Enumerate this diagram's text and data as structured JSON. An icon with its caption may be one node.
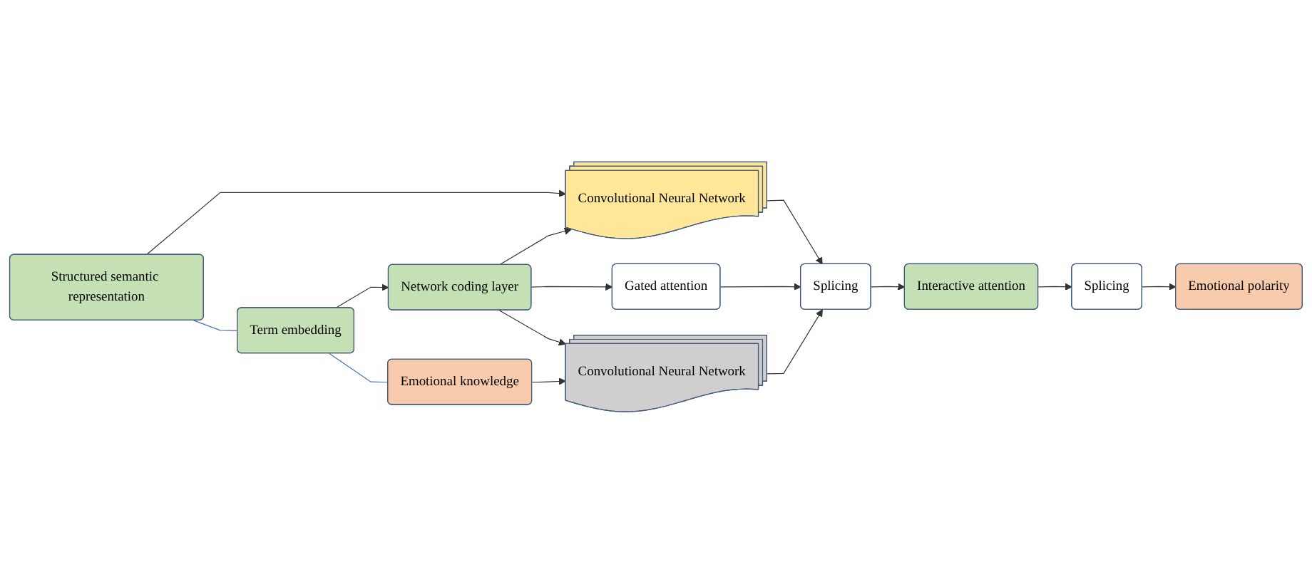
{
  "diagram": {
    "nodes": [
      {
        "text": [
          "Structured semantic representation"
        ]
      },
      {
        "text": [
          "Convolutional Neural Network"
        ]
      },
      {
        "text": [
          "Term embedding"
        ]
      },
      {
        "text": [
          "Network coding layer"
        ]
      },
      {
        "text": [
          "Gated attention"
        ]
      },
      {
        "text": [
          "Splicing"
        ]
      },
      {
        "text": [
          "Interactive attention"
        ]
      },
      {
        "text": [
          "Splicing"
        ]
      },
      {
        "text": [
          "Emotional polarity"
        ]
      },
      {
        "text": [
          "Emotional knowledge"
        ]
      },
      {
        "text": [
          "Convolutional Neural Network"
        ]
      }
    ],
    "edges": [
      {
        "from": 0,
        "to": 2,
        "arrow": "none",
        "color": "#4472c4"
      },
      {
        "from": 2,
        "to": 9,
        "arrow": "none",
        "color": "#4472c4"
      },
      {
        "from": 0,
        "to": 1,
        "arrow": "to"
      },
      {
        "from": 2,
        "to": 3,
        "arrow": "to"
      },
      {
        "from": 3,
        "to": 1,
        "arrow": "to"
      },
      {
        "from": 3,
        "to": 4,
        "arrow": "to"
      },
      {
        "from": 3,
        "to": 10,
        "arrow": "to"
      },
      {
        "from": 9,
        "to": 10,
        "arrow": "to"
      },
      {
        "from": 1,
        "to": 5,
        "arrow": "to"
      },
      {
        "from": 4,
        "to": 5,
        "arrow": "to"
      },
      {
        "from": 10,
        "to": 5,
        "arrow": "to"
      },
      {
        "from": 5,
        "to": 6,
        "arrow": "to"
      },
      {
        "from": 6,
        "to": 7,
        "arrow": "to"
      },
      {
        "from": 7,
        "to": 8,
        "arrow": "to"
      }
    ]
  }
}
